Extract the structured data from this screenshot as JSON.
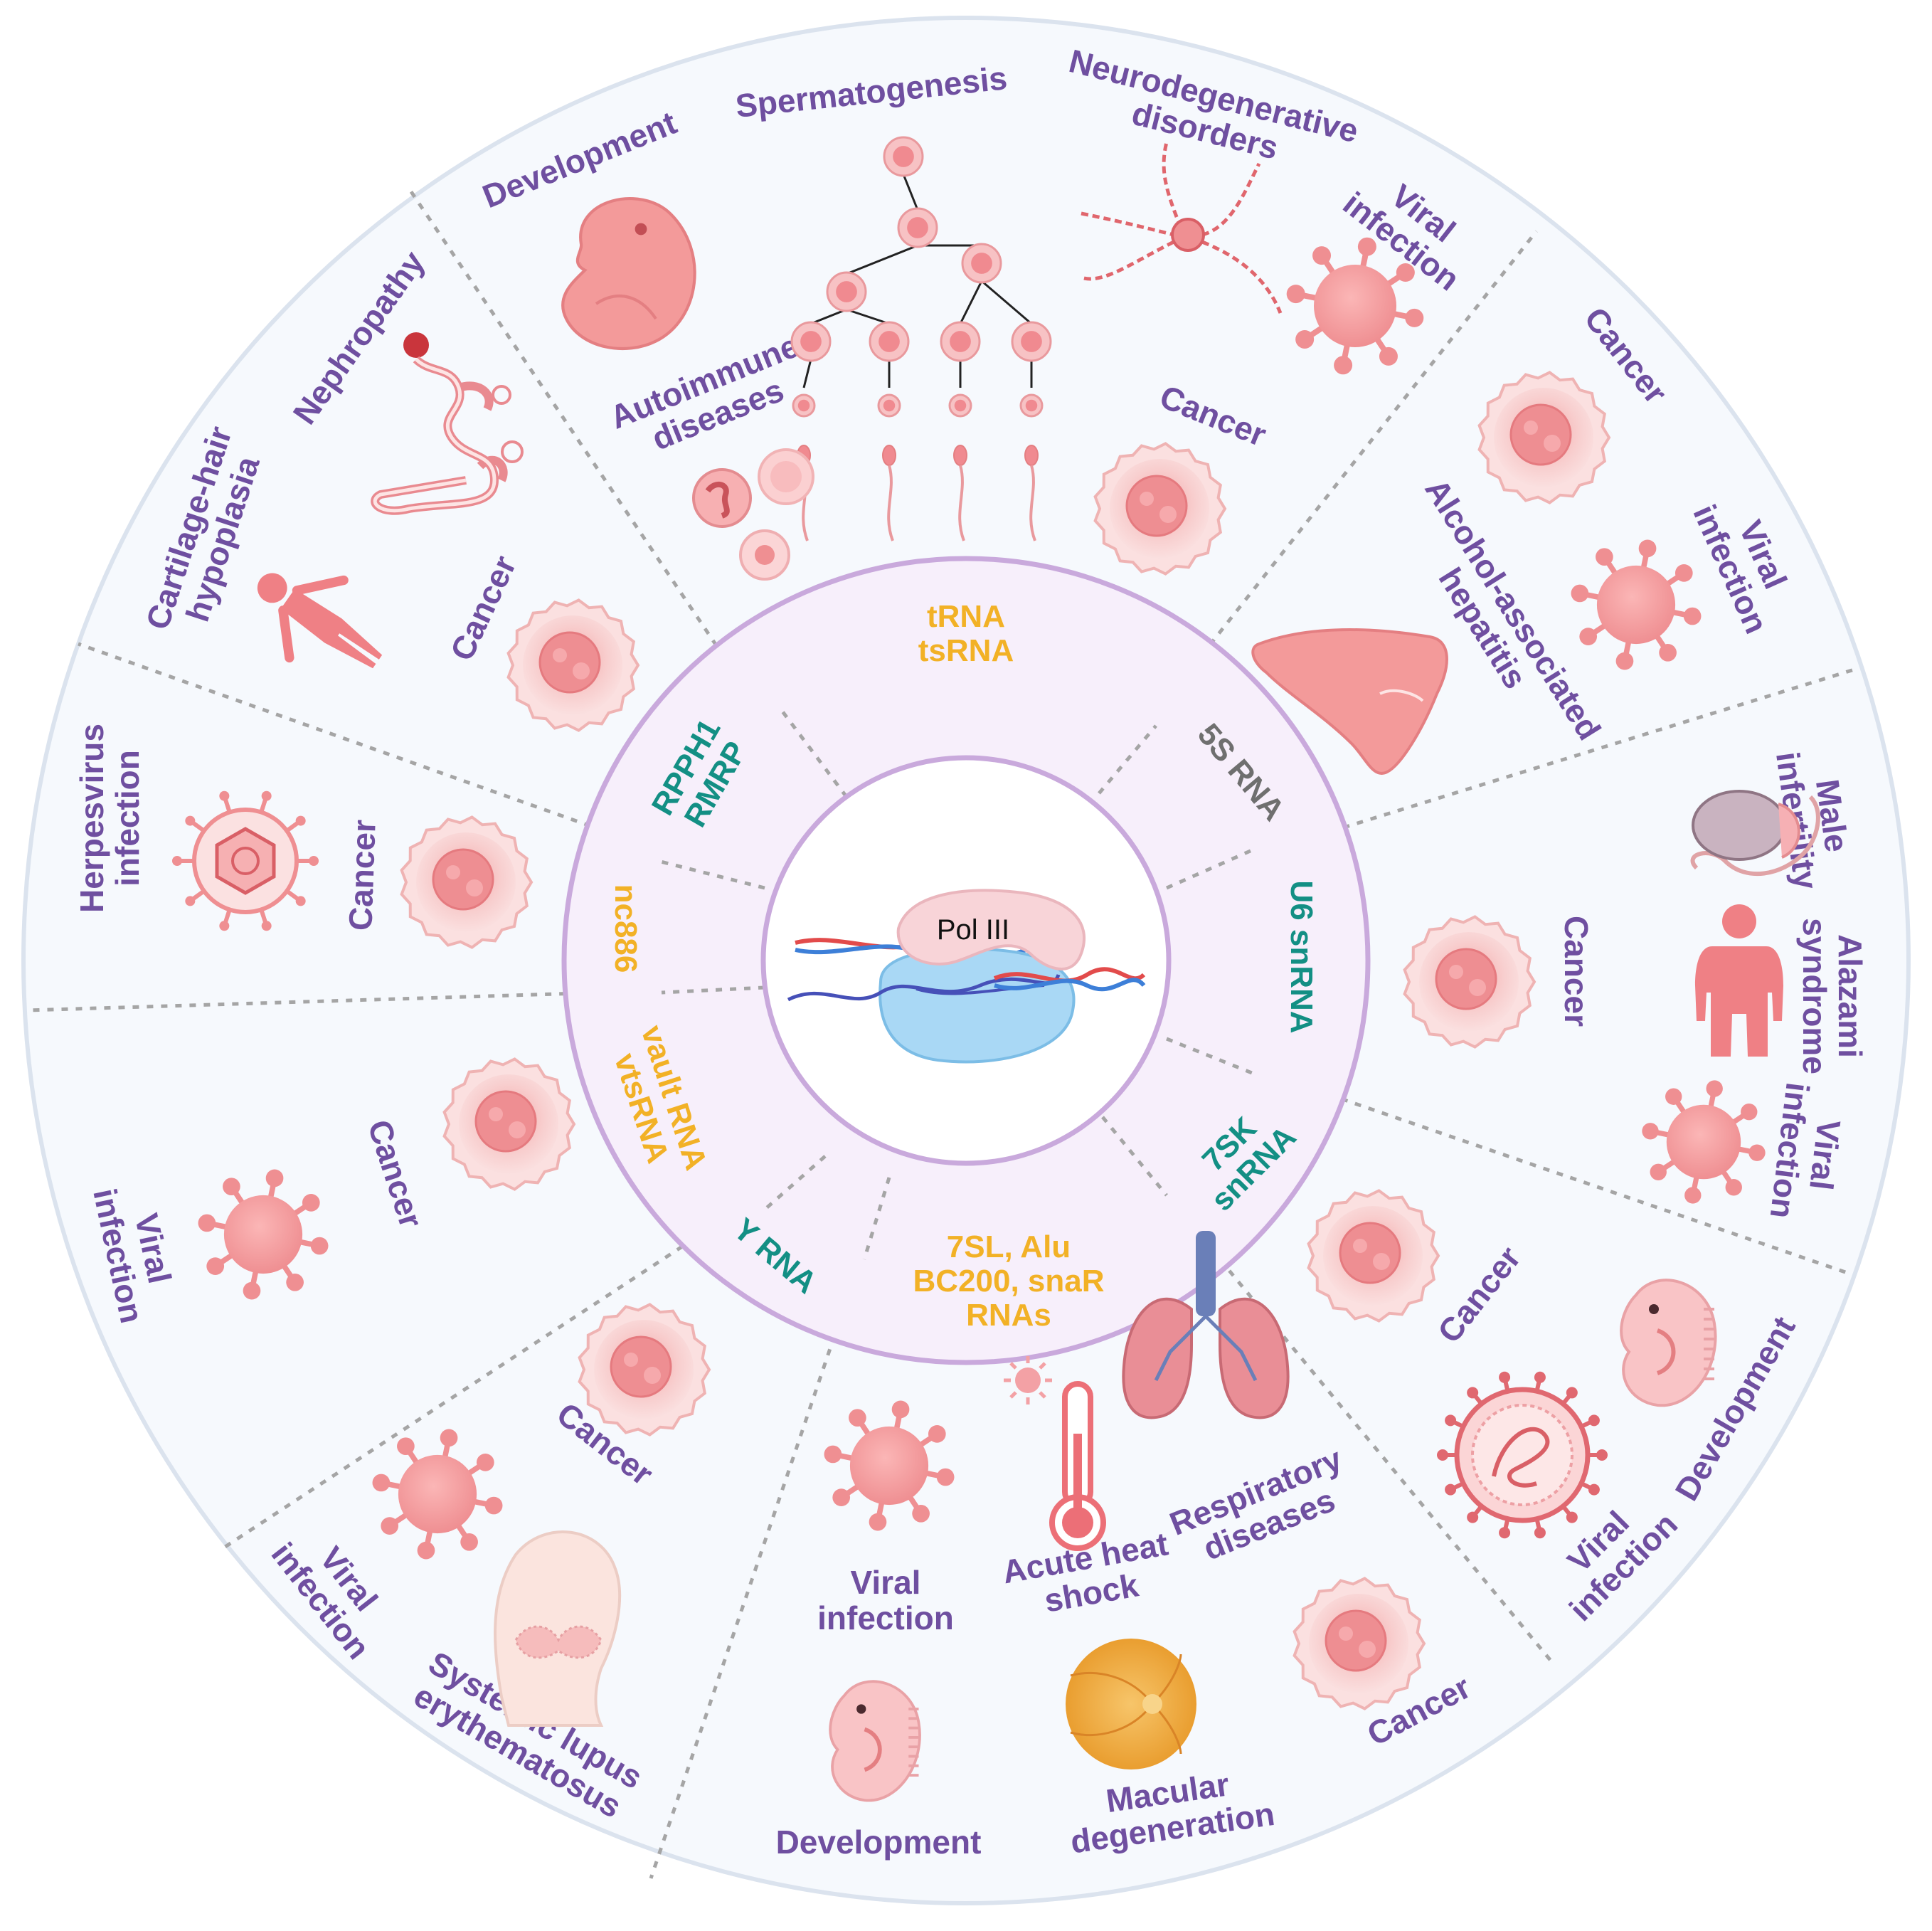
{
  "colors": {
    "outer_fill": "#f6f9fd",
    "outer_stroke": "#dbe3ee",
    "ring_fill": "#f7effb",
    "ring_stroke": "#c9a9dc",
    "disease_text": "#6f4fa0",
    "rna_teal": "#138f84",
    "rna_orange": "#f2b126",
    "rna_gray": "#6f6f6f",
    "icon_pink": "#f29b9b",
    "icon_pink_dark": "#e36f72"
  },
  "center": {
    "label": "Pol III"
  },
  "rna_classes": [
    {
      "id": "trna",
      "lines": [
        "tRNA",
        "tsRNA"
      ],
      "color": "orange"
    },
    {
      "id": "5s",
      "lines": [
        "5S RNA"
      ],
      "color": "gray"
    },
    {
      "id": "u6",
      "lines": [
        "U6 snRNA"
      ],
      "color": "teal"
    },
    {
      "id": "7sk",
      "lines": [
        "7SK",
        "snRNA"
      ],
      "color": "teal"
    },
    {
      "id": "7sl",
      "lines": [
        "7SL, Alu",
        "BC200, snaR",
        "RNAs"
      ],
      "color": "orange"
    },
    {
      "id": "yrna",
      "lines": [
        "Y RNA"
      ],
      "color": "teal"
    },
    {
      "id": "vault",
      "lines": [
        "vault RNA",
        "vtsRNA"
      ],
      "color": "orange"
    },
    {
      "id": "nc886",
      "lines": [
        "nc886"
      ],
      "color": "orange"
    },
    {
      "id": "rpph1",
      "lines": [
        "RPPH1",
        "RMRP"
      ],
      "color": "teal"
    }
  ],
  "diseases": [
    {
      "id": "d-development-top",
      "lines": [
        "Development"
      ]
    },
    {
      "id": "d-spermatogenesis",
      "lines": [
        "Spermatogenesis"
      ]
    },
    {
      "id": "d-neuro",
      "lines": [
        "Neurodegenerative",
        "disorders"
      ]
    },
    {
      "id": "d-viral-top",
      "lines": [
        "Viral",
        "infection"
      ]
    },
    {
      "id": "d-autoimmune",
      "lines": [
        "Autoimmune",
        "diseases"
      ]
    },
    {
      "id": "d-cancer-trna",
      "lines": [
        "Cancer"
      ]
    },
    {
      "id": "d-cancer-5s",
      "lines": [
        "Cancer"
      ]
    },
    {
      "id": "d-viral-5s",
      "lines": [
        "Viral",
        "infection"
      ]
    },
    {
      "id": "d-alcohol",
      "lines": [
        "Alcohol-associated",
        "hepatitis"
      ]
    },
    {
      "id": "d-male-infertility",
      "lines": [
        "Male",
        "infertility"
      ]
    },
    {
      "id": "d-alazami",
      "lines": [
        "Alazami",
        "syndrome"
      ]
    },
    {
      "id": "d-cancer-u6",
      "lines": [
        "Cancer"
      ]
    },
    {
      "id": "d-viral-u6",
      "lines": [
        "Viral",
        "infection"
      ]
    },
    {
      "id": "d-cancer-7sk",
      "lines": [
        "Cancer"
      ]
    },
    {
      "id": "d-development-7sk",
      "lines": [
        "Development"
      ]
    },
    {
      "id": "d-viral-7sk",
      "lines": [
        "Viral",
        "infection"
      ]
    },
    {
      "id": "d-cancer-7sl",
      "lines": [
        "Cancer"
      ]
    },
    {
      "id": "d-respiratory",
      "lines": [
        "Respiratory",
        "diseases"
      ]
    },
    {
      "id": "d-heat-shock",
      "lines": [
        "Acute heat",
        "shock"
      ]
    },
    {
      "id": "d-viral-7sl",
      "lines": [
        "Viral",
        "infection"
      ]
    },
    {
      "id": "d-macular",
      "lines": [
        "Macular",
        "degeneration"
      ]
    },
    {
      "id": "d-development-7sl",
      "lines": [
        "Development"
      ]
    },
    {
      "id": "d-cancer-yrna",
      "lines": [
        "Cancer"
      ]
    },
    {
      "id": "d-viral-yrna",
      "lines": [
        "Viral",
        "infection"
      ]
    },
    {
      "id": "d-sle",
      "lines": [
        "Systemic lupus",
        "erythematosus"
      ]
    },
    {
      "id": "d-cancer-vault",
      "lines": [
        "Cancer"
      ]
    },
    {
      "id": "d-viral-vault",
      "lines": [
        "Viral",
        "infection"
      ]
    },
    {
      "id": "d-herpes",
      "lines": [
        "Herpesvirus",
        "infection"
      ]
    },
    {
      "id": "d-cancer-nc886",
      "lines": [
        "Cancer"
      ]
    },
    {
      "id": "d-nephropathy",
      "lines": [
        "Nephropathy"
      ]
    },
    {
      "id": "d-cartilage",
      "lines": [
        "Cartilage-hair",
        "hypoplasia"
      ]
    },
    {
      "id": "d-cancer-rpph1",
      "lines": [
        "Cancer"
      ]
    }
  ],
  "icons": {
    "cancer": "cancer-cell-icon",
    "virus": "virus-icon",
    "embryo": "embryo-icon",
    "neuron": "neuron-icon",
    "sperm": "spermatogenesis-icon",
    "blood_cells": "immune-cells-icon",
    "liver": "liver-icon",
    "testis": "testis-icon",
    "person": "person-icon",
    "lungs": "lungs-icon",
    "thermometer": "thermometer-icon",
    "retina": "retina-icon",
    "head": "head-icon",
    "herpes": "herpesvirus-icon",
    "kidney": "nephron-icon",
    "pol3": "pol-iii-enzyme-icon"
  }
}
